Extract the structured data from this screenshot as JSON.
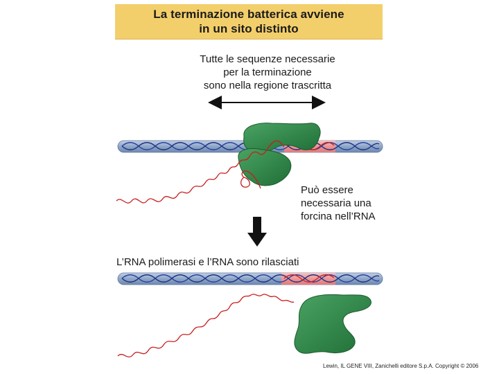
{
  "title": {
    "line1": "La terminazione batterica avviene",
    "line2": "in un sito distinto"
  },
  "annotations": {
    "required_sequences": [
      "Tutte le sequenze necessarie",
      "per la terminazione",
      "sono nella regione trascritta"
    ],
    "hairpin_note": [
      "Può essere",
      "necessaria una",
      "forcina nell’RNA"
    ],
    "release_note": "L’RNA polimerasi e l’RNA sono rilasciati"
  },
  "credit": "Lewin, IL GENE VIII,  Zanichelli editore S.p.A.  Copyright © 2006",
  "colors": {
    "title_background": "#f3cf6b",
    "dna": "#8fa6c9",
    "terminator_region": "#f29a9a",
    "polymerase": "#2f8a4a",
    "rna": "#c81e1e"
  },
  "icons": {
    "double_arrow": "double-arrow-icon",
    "down_arrow": "down-arrow-icon"
  }
}
